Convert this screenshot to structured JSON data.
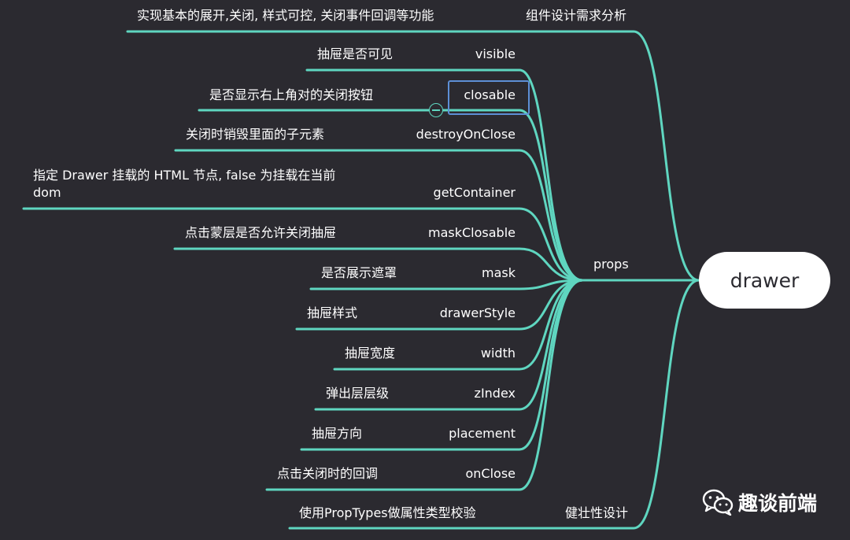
{
  "root": {
    "label": "drawer"
  },
  "branches": {
    "requirements": {
      "label": "组件设计需求分析",
      "note": "实现基本的展开,关闭, 样式可控, 关闭事件回调等功能"
    },
    "props": {
      "label": "props",
      "items": [
        {
          "name": "visible",
          "desc": "抽屉是否可见"
        },
        {
          "name": "closable",
          "desc": "是否显示右上角对的关闭按钮"
        },
        {
          "name": "destroyOnClose",
          "desc": "关闭时销毁里面的子元素"
        },
        {
          "name": "getContainer",
          "desc": "指定 Drawer 挂载的 HTML 节点, false 为挂载在当前dom"
        },
        {
          "name": "maskClosable",
          "desc": "点击蒙层是否允许关闭抽屉"
        },
        {
          "name": "mask",
          "desc": "是否展示遮罩"
        },
        {
          "name": "drawerStyle",
          "desc": "抽屉样式"
        },
        {
          "name": "width",
          "desc": "抽屉宽度"
        },
        {
          "name": "zIndex",
          "desc": "弹出层层级"
        },
        {
          "name": "placement",
          "desc": "抽屉方向"
        },
        {
          "name": "onClose",
          "desc": "点击关闭时的回调"
        }
      ]
    },
    "robustness": {
      "label": "健壮性设计",
      "note": "使用PropTypes做属性类型校验"
    }
  },
  "watermark": {
    "text": "趣谈前端",
    "icon": "wechat-icon"
  },
  "colors": {
    "line": "#5fd6c0",
    "background": "#2b2a30",
    "highlight": "#5d8fd6"
  }
}
